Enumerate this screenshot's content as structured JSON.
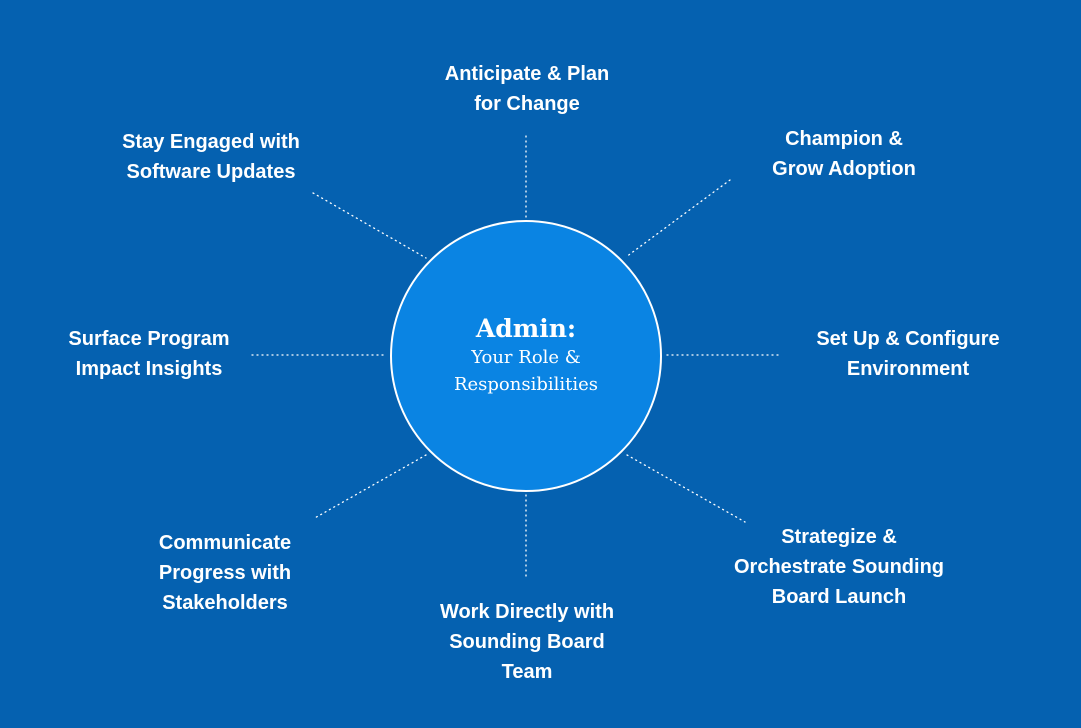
{
  "hub": {
    "title": "Admin:",
    "subtitle": "Your Role & Responsibilities"
  },
  "responsibilities": [
    {
      "position": "top",
      "label": "Anticipate & Plan\nfor Change"
    },
    {
      "position": "top-right",
      "label": "Champion &\nGrow Adoption"
    },
    {
      "position": "right",
      "label": "Set Up & Configure\nEnvironment"
    },
    {
      "position": "bottom-right",
      "label": "Strategize &\nOrchestrate Sounding\nBoard Launch"
    },
    {
      "position": "bottom",
      "label": "Work Directly with\nSounding Board\nTeam"
    },
    {
      "position": "bottom-left",
      "label": "Communicate\nProgress with\nStakeholders"
    },
    {
      "position": "left",
      "label": "Surface Program\nImpact Insights"
    },
    {
      "position": "top-left",
      "label": "Stay Engaged with\nSoftware Updates"
    }
  ],
  "colors": {
    "background": "#0561b0",
    "hub_fill": "#0a84e3",
    "hub_border": "#ffffff",
    "text": "#ffffff",
    "connector": "#ffffff"
  }
}
